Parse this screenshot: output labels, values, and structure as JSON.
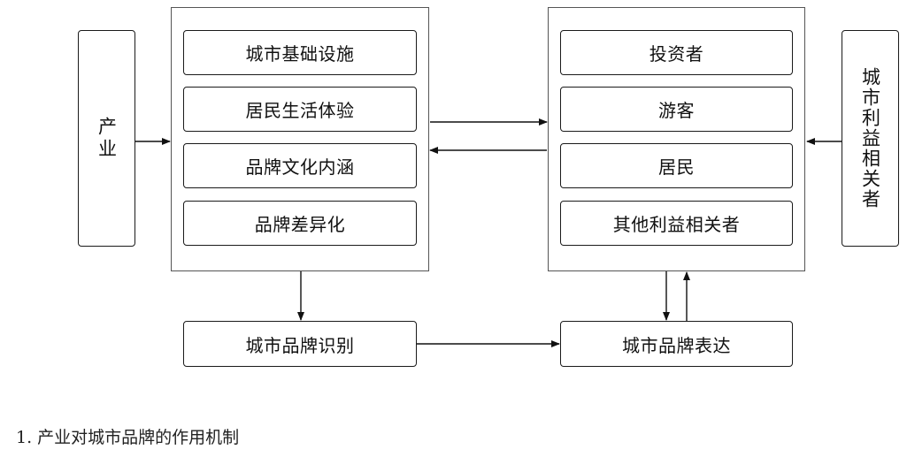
{
  "left_side": {
    "label": "产业"
  },
  "right_side": {
    "label": "城市利益相关者"
  },
  "left_group": {
    "items": [
      "城市基础设施",
      "居民生活体验",
      "品牌文化内涵",
      "品牌差异化"
    ]
  },
  "right_group": {
    "items": [
      "投资者",
      "游客",
      "居民",
      "其他利益相关者"
    ]
  },
  "bottom": {
    "identity": "城市品牌识别",
    "expression": "城市品牌表达"
  },
  "caption": "1. 产业对城市品牌的作用机制"
}
